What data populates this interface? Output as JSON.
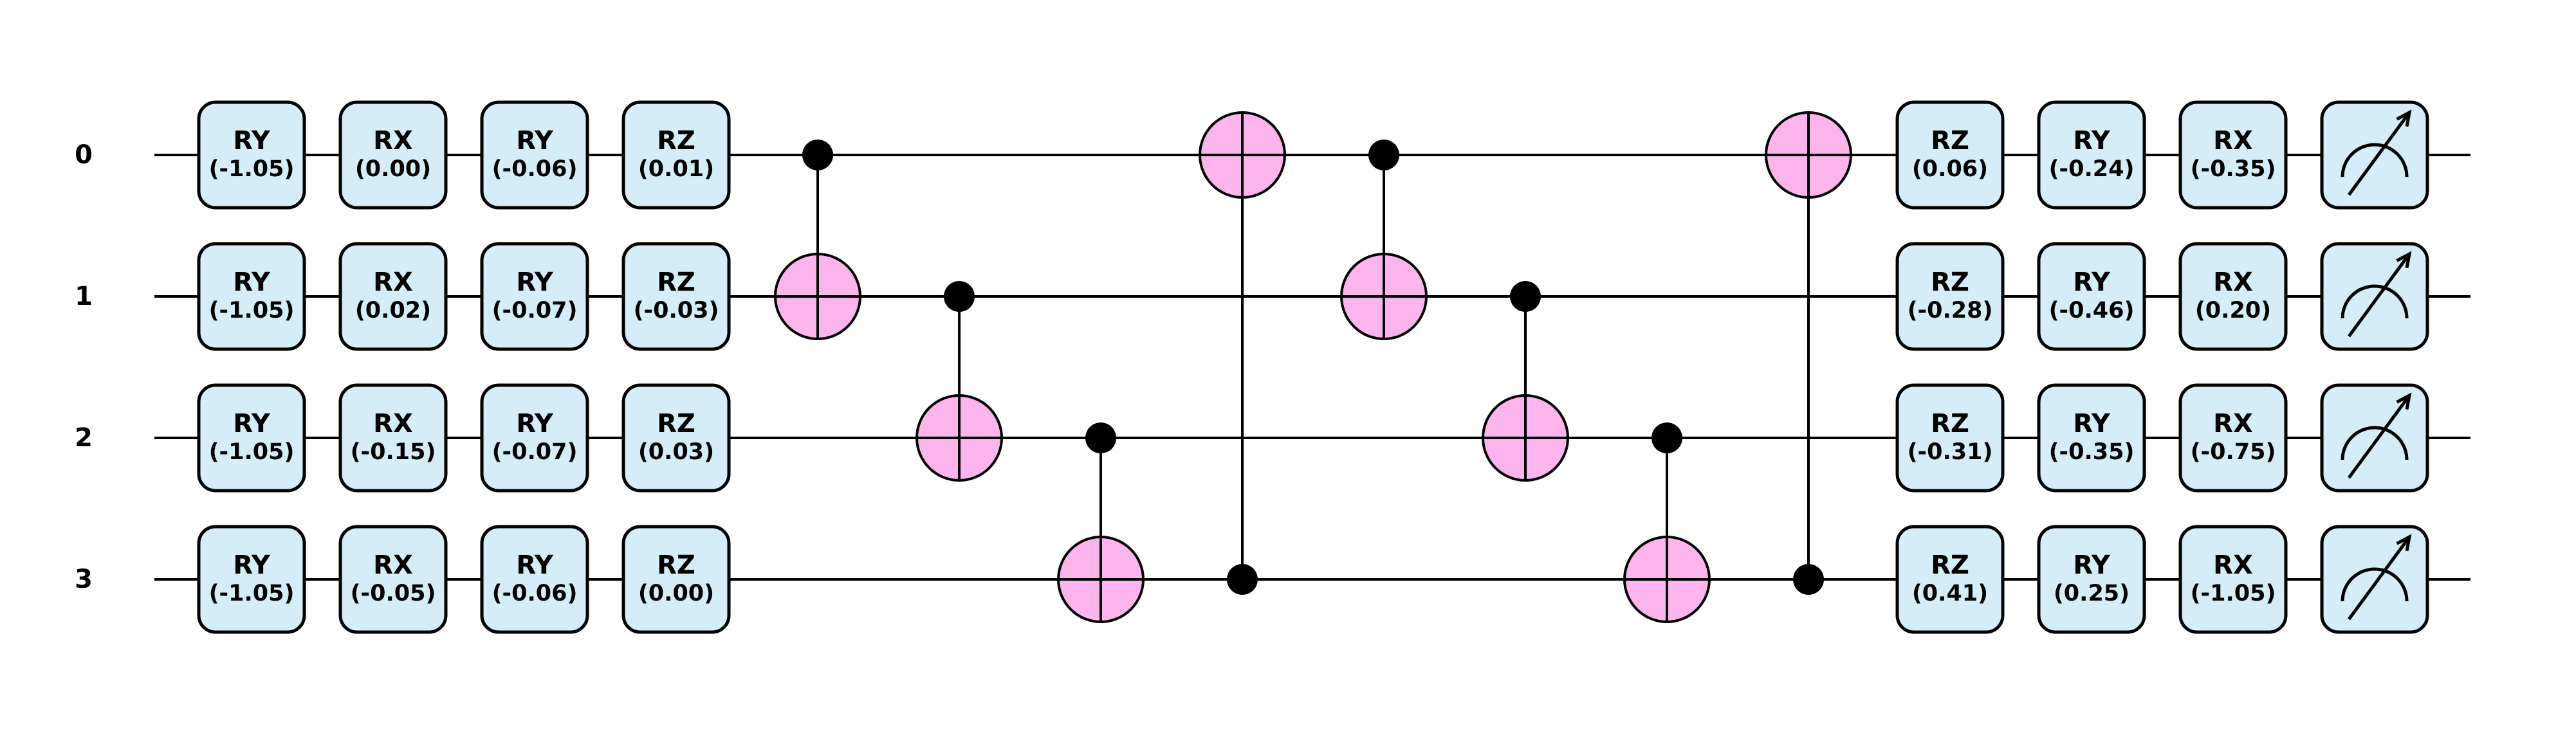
{
  "wires": [
    {
      "label": "0"
    },
    {
      "label": "1"
    },
    {
      "label": "2"
    },
    {
      "label": "3"
    }
  ],
  "colors": {
    "gate_fill": "#d4edf8",
    "target_fill": "#fbb4ec",
    "line": "#000000",
    "background": "#ffffff"
  },
  "gate_columns": [
    {
      "step": 1,
      "gates": [
        {
          "wire": 0,
          "name": "RY",
          "param": "(-1.05)"
        },
        {
          "wire": 1,
          "name": "RY",
          "param": "(-1.05)"
        },
        {
          "wire": 2,
          "name": "RY",
          "param": "(-1.05)"
        },
        {
          "wire": 3,
          "name": "RY",
          "param": "(-1.05)"
        }
      ]
    },
    {
      "step": 2,
      "gates": [
        {
          "wire": 0,
          "name": "RX",
          "param": "(0.00)"
        },
        {
          "wire": 1,
          "name": "RX",
          "param": "(0.02)"
        },
        {
          "wire": 2,
          "name": "RX",
          "param": "(-0.15)"
        },
        {
          "wire": 3,
          "name": "RX",
          "param": "(-0.05)"
        }
      ]
    },
    {
      "step": 3,
      "gates": [
        {
          "wire": 0,
          "name": "RY",
          "param": "(-0.06)"
        },
        {
          "wire": 1,
          "name": "RY",
          "param": "(-0.07)"
        },
        {
          "wire": 2,
          "name": "RY",
          "param": "(-0.07)"
        },
        {
          "wire": 3,
          "name": "RY",
          "param": "(-0.06)"
        }
      ]
    },
    {
      "step": 4,
      "gates": [
        {
          "wire": 0,
          "name": "RZ",
          "param": "(0.01)"
        },
        {
          "wire": 1,
          "name": "RZ",
          "param": "(-0.03)"
        },
        {
          "wire": 2,
          "name": "RZ",
          "param": "(0.03)"
        },
        {
          "wire": 3,
          "name": "RZ",
          "param": "(0.00)"
        }
      ]
    },
    {
      "step": 13,
      "gates": [
        {
          "wire": 0,
          "name": "RZ",
          "param": "(0.06)"
        },
        {
          "wire": 1,
          "name": "RZ",
          "param": "(-0.28)"
        },
        {
          "wire": 2,
          "name": "RZ",
          "param": "(-0.31)"
        },
        {
          "wire": 3,
          "name": "RZ",
          "param": "(0.41)"
        }
      ]
    },
    {
      "step": 14,
      "gates": [
        {
          "wire": 0,
          "name": "RY",
          "param": "(-0.24)"
        },
        {
          "wire": 1,
          "name": "RY",
          "param": "(-0.46)"
        },
        {
          "wire": 2,
          "name": "RY",
          "param": "(-0.35)"
        },
        {
          "wire": 3,
          "name": "RY",
          "param": "(0.25)"
        }
      ]
    },
    {
      "step": 15,
      "gates": [
        {
          "wire": 0,
          "name": "RX",
          "param": "(-0.35)"
        },
        {
          "wire": 1,
          "name": "RX",
          "param": "(0.20)"
        },
        {
          "wire": 2,
          "name": "RX",
          "param": "(-0.75)"
        },
        {
          "wire": 3,
          "name": "RX",
          "param": "(-1.05)"
        }
      ]
    }
  ],
  "cnots": [
    {
      "step": 5,
      "control": 0,
      "target": 1
    },
    {
      "step": 6,
      "control": 1,
      "target": 2
    },
    {
      "step": 7,
      "control": 2,
      "target": 3
    },
    {
      "step": 8,
      "control": 3,
      "target": 0
    },
    {
      "step": 9,
      "control": 0,
      "target": 1
    },
    {
      "step": 10,
      "control": 1,
      "target": 2
    },
    {
      "step": 11,
      "control": 2,
      "target": 3
    },
    {
      "step": 12,
      "control": 3,
      "target": 0
    }
  ],
  "measurements": [
    {
      "step": 16,
      "wire": 0
    },
    {
      "step": 16,
      "wire": 1
    },
    {
      "step": 16,
      "wire": 2
    },
    {
      "step": 16,
      "wire": 3
    }
  ]
}
